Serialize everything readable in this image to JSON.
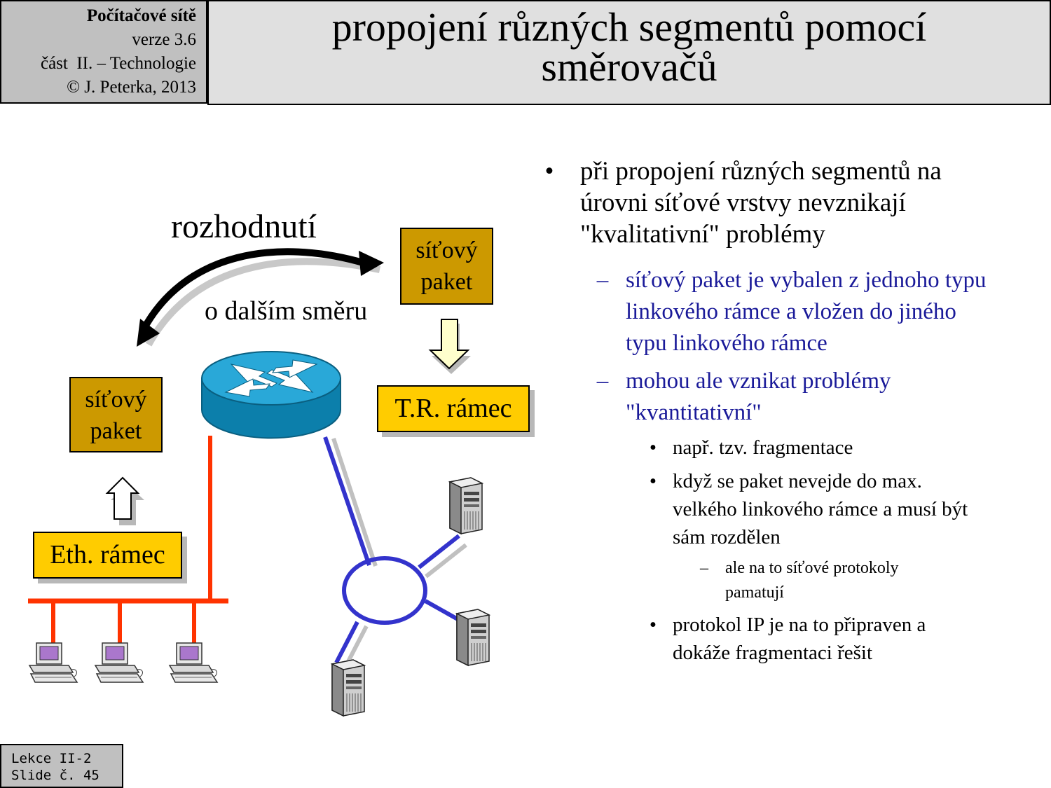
{
  "header": {
    "course": "Počítačové sítě",
    "version": "verze 3.6",
    "part": "část  II. – Technologie",
    "copyright": "© J. Peterka, 2013",
    "title_line1": "propojení různých segmentů pomocí",
    "title_line2": "směrovačů"
  },
  "footer": {
    "lecture": "Lekce II-2",
    "slide": "Slide č. 45"
  },
  "diagram": {
    "decision_label": "rozhodnutí",
    "direction_label": "o dalším směru",
    "packet_top": [
      "síťový",
      "paket"
    ],
    "packet_left": [
      "síťový",
      "paket"
    ],
    "tr_frame": "T.R. rámec",
    "eth_frame": "Eth. rámec",
    "colors": {
      "ethernet": "#ff3300",
      "ring": "#3333cc",
      "router": "#1a8cb8",
      "packet": "#cc9900",
      "frame": "#ffcc00"
    },
    "icons": [
      "router-icon",
      "workstation-icon",
      "server-icon",
      "arrow-up-icon",
      "arrow-down-icon",
      "curved-arrow-icon"
    ]
  },
  "content": {
    "bullets": [
      {
        "marker": "•",
        "text": "při propojení různých segmentů na úrovni síťové vrstvy nevznikají \"kvalitativní\" problémy"
      },
      {
        "marker": "–",
        "text": "síťový paket je vybalen z jednoho typu linkového rámce a vložen do jiného typu linkového rámce"
      },
      {
        "marker": "–",
        "text": "mohou ale vznikat problémy \"kvantitativní\""
      },
      {
        "marker": "•",
        "text": "např. tzv. fragmentace"
      },
      {
        "marker": "•",
        "text": "když se paket nevejde do max. velkého linkového rámce a musí být sám rozdělen"
      },
      {
        "marker": "–",
        "text": "ale na to síťové protokoly pamatují"
      },
      {
        "marker": "•",
        "text": "protokol IP je na to připraven a dokáže fragmentaci řešit"
      }
    ]
  }
}
